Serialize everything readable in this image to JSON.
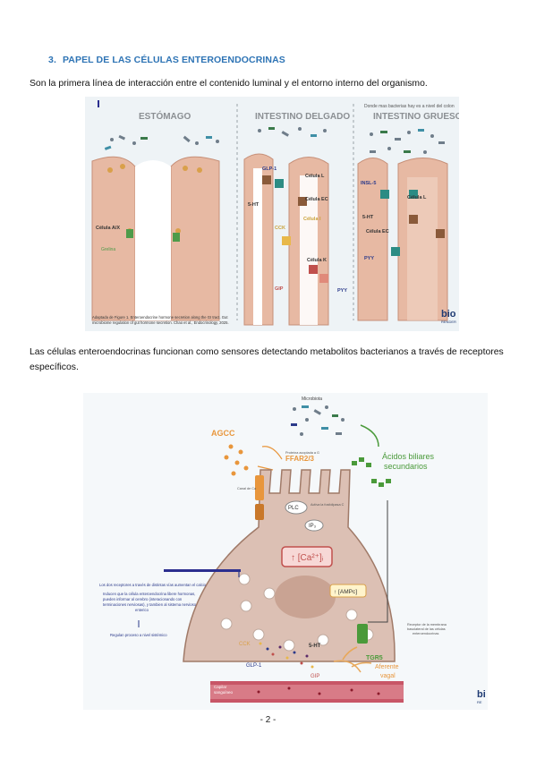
{
  "section": {
    "number": "3.",
    "title": "PAPEL DE LAS CÉLULAS ENTEROENDOCRINAS"
  },
  "paragraph1": "Son la primera línea de interacción entre el contenido luminal y el entorno interno del organismo.",
  "paragraph2": "Las células enteroendocrinas funcionan como sensores detectando metabolitos bacterianos a través de receptores específicos.",
  "figure1": {
    "panel_stomach": "ESTÓMAGO",
    "panel_small_intestine": "INTESTINO DELGADO",
    "panel_large_intestine": "INTESTINO GRUESO",
    "top_note": "Donde mas bacterias hay es a nivel del colon",
    "cell_ax": "Célula A/X",
    "grelina": "Grelina",
    "glp1": "GLP-1",
    "cell_l": "Célula L",
    "cell_ec": "Célula EC",
    "ht5": "5-HT",
    "cck": "CCK",
    "cell_i": "Célula I",
    "cell_k": "Célula K",
    "gip": "GIP",
    "pyy": "PYY",
    "insl5": "INSL-5",
    "cell_l_2": "Célula L",
    "ht5_2": "5-HT",
    "cell_ec_2": "Célula EC",
    "pyy_2": "PYY",
    "caption_line1": "Adaptada de Figure 1. Enteroendocrine hormone secretion along the GI tract. Gut",
    "caption_line2": "microbiome regulation of gut hormone secretion. Chao et al., Endocrinology, 2025.",
    "logo_top": "bio",
    "logo_bottom": "RENDER"
  },
  "figure2": {
    "microbiota": "Microbiota",
    "agcc": "AGCC",
    "ffar": "FFAR2/3",
    "ffar_note": "Proteína acoplada a G",
    "ca_channel_note": "Canal de Ca",
    "bile_acids_line1": "Ácidos biliares",
    "bile_acids_line2": "secundarios",
    "plc": "PLC",
    "plc_note": "Activa la fosfolipasa C",
    "ip3": "IP₃",
    "ca": "↑ [Ca²⁺]ᵢ",
    "ampc": "↑ [AMPc]",
    "left_note_1": "Los dos receptores a través de distintas vías aumentan el calcio",
    "left_note_2": "Inducen que la célula enteroendocrina libere hormonas,",
    "left_note_3": "pueden informar al cerebro (interacionando con",
    "left_note_4": "terminaciones nerviosas), y tambien al sistema nervioso",
    "left_note_5": "enterico",
    "left_note_6": "Regulan proceso a nivel sistémico",
    "tgr5": "TGR5",
    "tgr5_note_1": "Receptor de la membrana",
    "tgr5_note_2": "basolateral de las células",
    "tgr5_note_3": "enteroendocrinas",
    "cck": "CCK",
    "ht5": "5-HT",
    "glp1": "GLP-1",
    "gip": "GIP",
    "vagal_line1": "Aferente",
    "vagal_line2": "vagal",
    "capillary_line1": "Capilar",
    "capillary_line2": "sanguíneo",
    "logo_top": "bi",
    "logo_bottom": "RE"
  },
  "page_number": "- 2 -",
  "colors": {
    "heading": "#2e74b5",
    "tissue": "#e7b9a3",
    "cell_body": "#dcc0b4",
    "agcc": "#e8963c",
    "bile_green": "#4a9a3a",
    "capillary": "#b0283a"
  }
}
